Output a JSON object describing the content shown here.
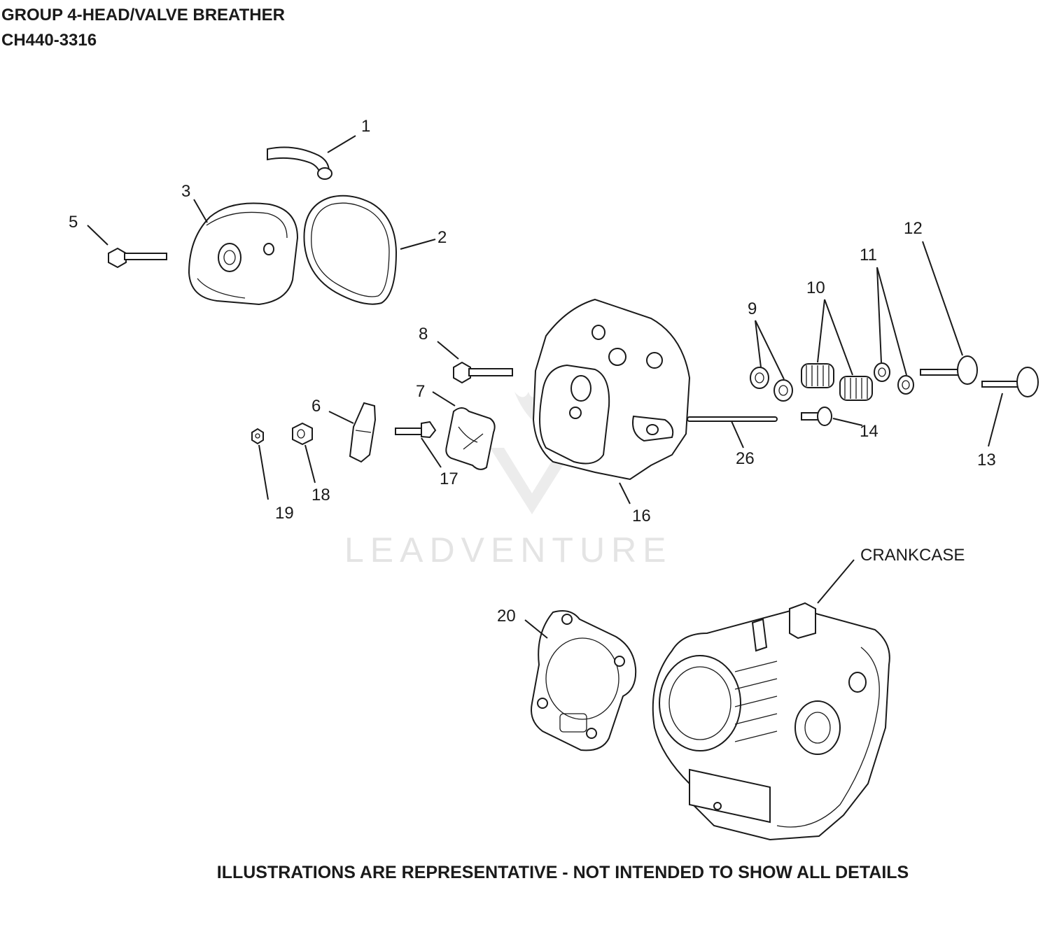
{
  "header": {
    "title": "GROUP 4-HEAD/VALVE BREATHER",
    "model": "CH440-3316"
  },
  "callouts": {
    "c1": "1",
    "c2": "2",
    "c3": "3",
    "c5": "5",
    "c6": "6",
    "c7": "7",
    "c8": "8",
    "c9": "9",
    "c10": "10",
    "c11": "11",
    "c12": "12",
    "c13": "13",
    "c14": "14",
    "c16": "16",
    "c17": "17",
    "c18": "18",
    "c19": "19",
    "c20": "20",
    "c26": "26",
    "crankcase": "CRANKCASE"
  },
  "watermark": "LEADVENTURE",
  "footer": "ILLUSTRATIONS ARE REPRESENTATIVE - NOT INTENDED TO SHOW ALL DETAILS"
}
